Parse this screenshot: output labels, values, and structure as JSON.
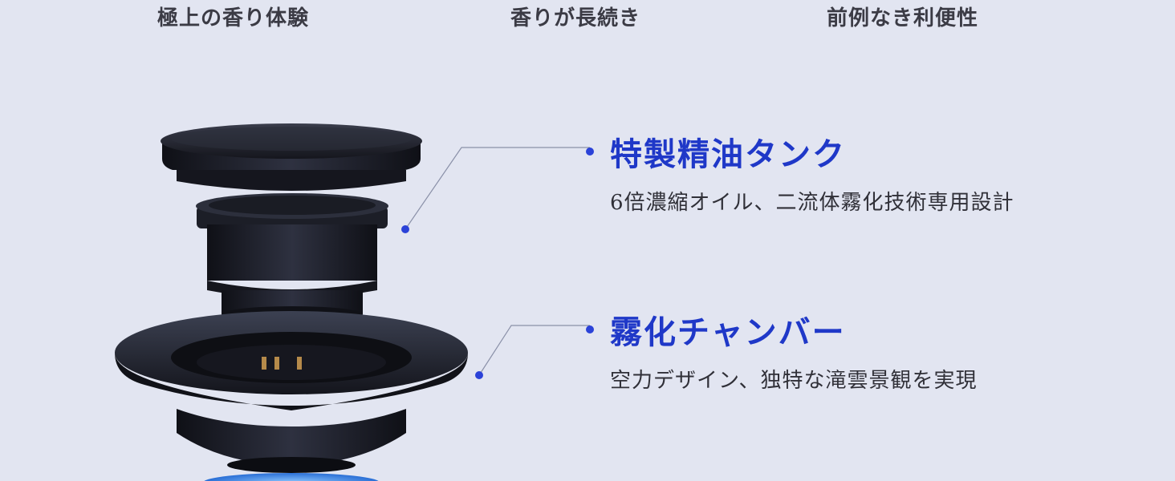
{
  "tabs": [
    {
      "label": "極上の香り体験"
    },
    {
      "label": "香りが長続き"
    },
    {
      "label": "前例なき利便性"
    }
  ],
  "features": [
    {
      "title": "特製精油タンク",
      "description": "6倍濃縮オイル、二流体霧化技術専用設計"
    },
    {
      "title": "霧化チャンバー",
      "description": "空力デザイン、独特な滝雲景観を実現"
    }
  ],
  "colors": {
    "background": "#e2e5f1",
    "accent": "#1f38c8",
    "product": "#1b1d26"
  }
}
